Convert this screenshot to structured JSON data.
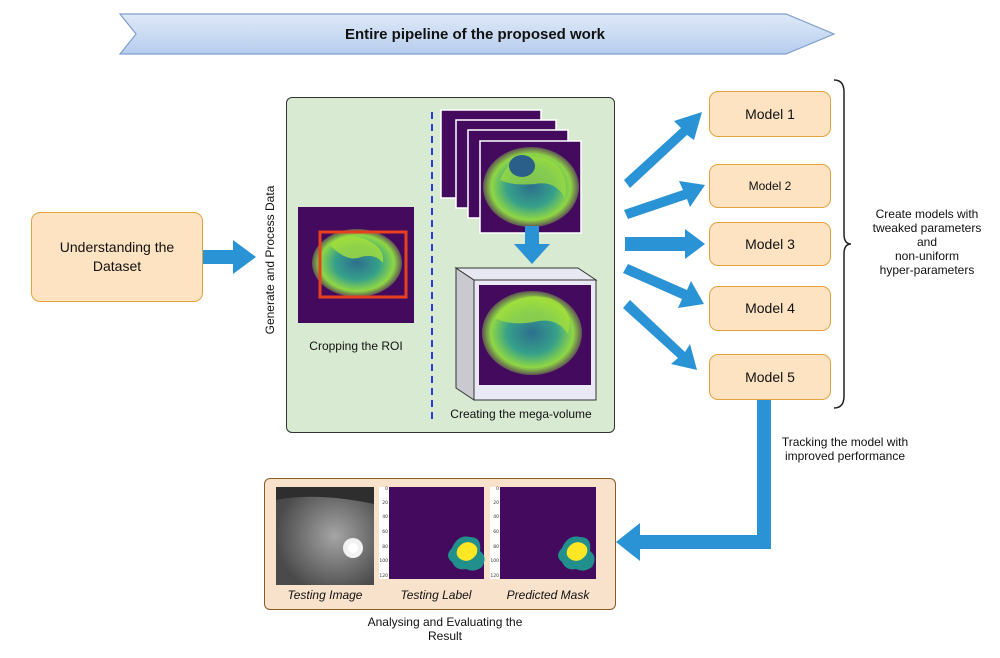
{
  "banner": {
    "title": "Entire pipeline of the proposed work"
  },
  "dataset_box": {
    "label": "Understanding the Dataset"
  },
  "process_panel": {
    "vertical_label": "Generate and Process Data",
    "crop_caption": "Cropping the ROI",
    "mega_caption": "Creating the mega-volume"
  },
  "models": [
    {
      "label": "Model 1"
    },
    {
      "label": "Model 2"
    },
    {
      "label": "Model 3"
    },
    {
      "label": "Model 4"
    },
    {
      "label": "Model 5"
    }
  ],
  "models_note": [
    "Create models with",
    "tweaked parameters",
    "and",
    "non-uniform",
    "hyper-parameters"
  ],
  "tracking_note": [
    "Tracking the model with",
    "improved performance"
  ],
  "results": {
    "captions": [
      "Testing Image",
      "Testing Label",
      "Predicted Mask"
    ],
    "axis_ticks": [
      "0",
      "20",
      "40",
      "60",
      "80",
      "100",
      "120"
    ],
    "panel_caption": [
      "Analysing and Evaluating the",
      "Result"
    ]
  },
  "colors": {
    "arrow": "#2a93d5",
    "banner": "#c7d9f2",
    "panel": "#d9ead3",
    "model_fill": "#fde3c2",
    "scan_bg": "#440a5e"
  }
}
